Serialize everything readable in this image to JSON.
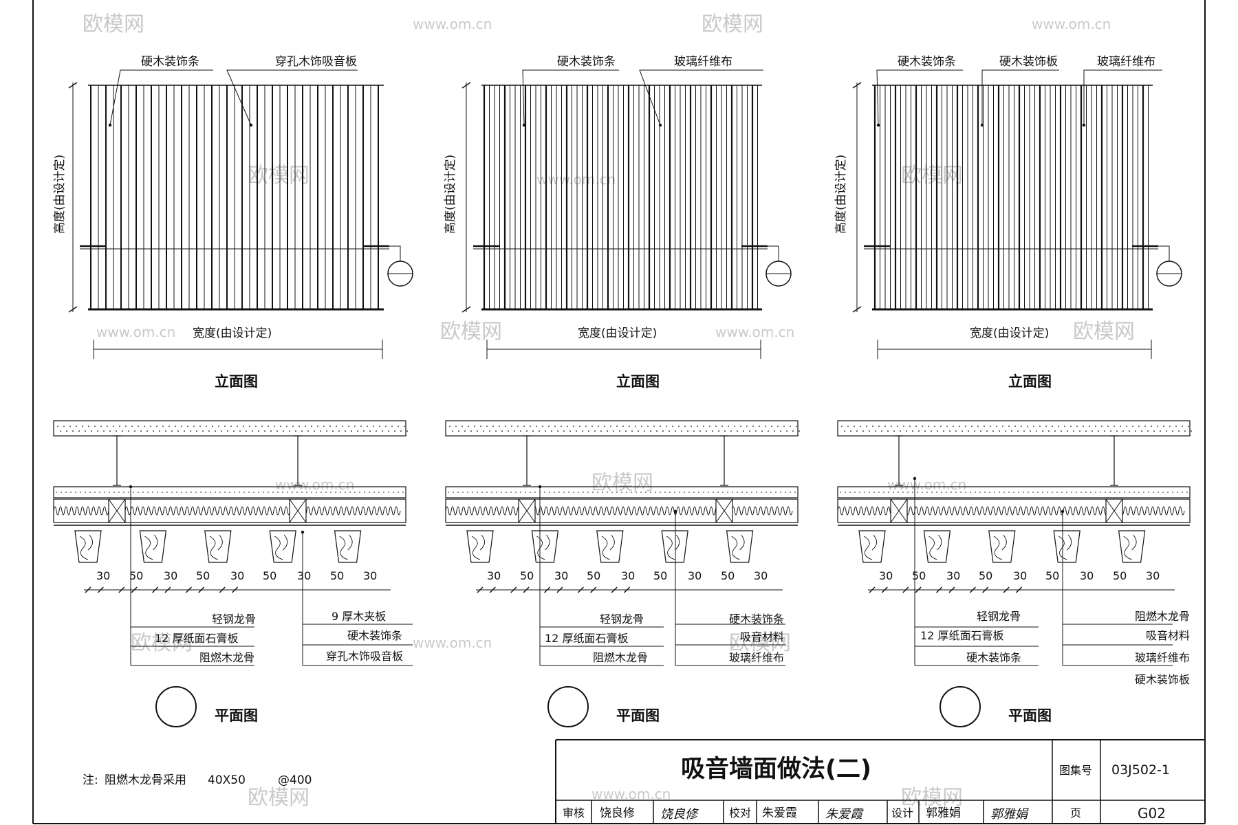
{
  "watermark": {
    "brand": "欧模网",
    "url": "www.om.cn"
  },
  "elevations": [
    {
      "title": "立面图",
      "height_label": "高度(由设计定)",
      "width_label": "宽度(由设计定)",
      "labels": [
        "硬木装饰条",
        "穿孔木饰吸音板"
      ]
    },
    {
      "title": "立面图",
      "height_label": "高度(由设计定)",
      "width_label": "宽度(由设计定)",
      "labels": [
        "硬木装饰条",
        "玻璃纤维布"
      ]
    },
    {
      "title": "立面图",
      "height_label": "高度(由设计定)",
      "width_label": "宽度(由设计定)",
      "labels": [
        "硬木装饰条",
        "硬木装饰板",
        "玻璃纤维布"
      ]
    }
  ],
  "plans": [
    {
      "title": "平面图",
      "dims": [
        "30",
        "50",
        "30",
        "50",
        "30",
        "50",
        "30",
        "50",
        "30"
      ],
      "left_callouts": [
        "轻钢龙骨",
        "12   厚纸面石膏板",
        "阻燃木龙骨"
      ],
      "right_callouts": [
        "9   厚木夹板",
        "硬木装饰条",
        "穿孔木饰吸音板"
      ]
    },
    {
      "title": "平面图",
      "dims": [
        "30",
        "50",
        "30",
        "50",
        "30",
        "50",
        "30",
        "50",
        "30"
      ],
      "left_callouts": [
        "轻钢龙骨",
        "12   厚纸面石膏板",
        "阻燃木龙骨"
      ],
      "right_callouts": [
        "硬木装饰条",
        "吸音材料",
        "玻璃纤维布"
      ]
    },
    {
      "title": "平面图",
      "dims": [
        "30",
        "50",
        "30",
        "50",
        "30",
        "50",
        "30",
        "50",
        "30"
      ],
      "left_callouts": [
        "轻钢龙骨",
        "12   厚纸面石膏板",
        "硬木装饰条"
      ],
      "right_callouts": [
        "阻燃木龙骨",
        "吸音材料",
        "玻璃纤维布",
        "硬木装饰板"
      ]
    }
  ],
  "note": {
    "prefix": "注:",
    "text": "阻燃木龙骨采用",
    "size": "40X50",
    "spacing": "@400"
  },
  "title_block": {
    "title": "吸音墙面做法(二)",
    "atlas_label": "图集号",
    "atlas_no": "03J502-1",
    "review_label": "审核",
    "reviewer": "饶良修",
    "reviewer_sig": "饶良修",
    "check_label": "校对",
    "checker": "朱爱霞",
    "checker_sig": "朱爱霞",
    "design_label": "设计",
    "designer": "郭雅娟",
    "designer_sig": "郭雅娟",
    "page_label": "页",
    "page_no": "G02"
  },
  "colors": {
    "line": "#111111",
    "watermark": "#c9c9c9",
    "paper": "#ffffff"
  }
}
